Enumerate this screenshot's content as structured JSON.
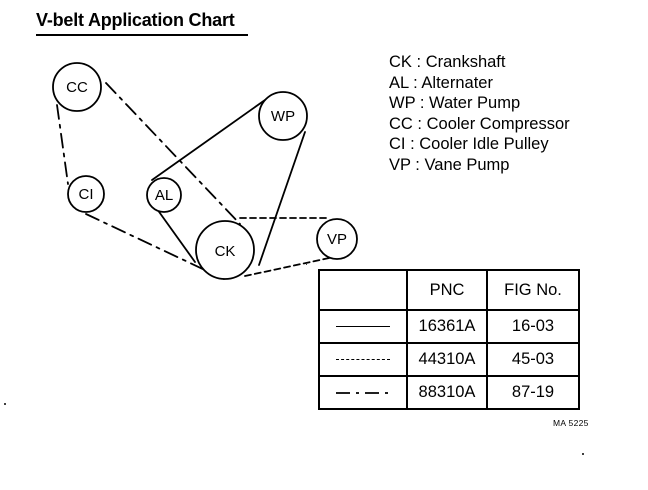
{
  "title": "V-belt Application Chart",
  "legend": [
    {
      "abbr": "CK",
      "name": "Crankshaft"
    },
    {
      "abbr": "AL",
      "name": "Alternater"
    },
    {
      "abbr": "WP",
      "name": "Water Pump"
    },
    {
      "abbr": "CC",
      "name": "Cooler Compressor"
    },
    {
      "abbr": "CI",
      "name": "Cooler Idle Pulley"
    },
    {
      "abbr": "VP",
      "name": "Vane Pump"
    }
  ],
  "pulleys": {
    "cc": "CC",
    "wp": "WP",
    "ci": "CI",
    "al": "AL",
    "ck": "CK",
    "vp": "VP"
  },
  "table": {
    "headers": [
      "",
      "PNC",
      "FIG No."
    ],
    "rows": [
      {
        "line_style": "solid",
        "pnc": "16361A",
        "fig": "16-03"
      },
      {
        "line_style": "dashed",
        "pnc": "44310A",
        "fig": "45-03"
      },
      {
        "line_style": "dash-dot",
        "pnc": "88310A",
        "fig": "87-19"
      }
    ]
  },
  "figure_ref": "MA 5225"
}
